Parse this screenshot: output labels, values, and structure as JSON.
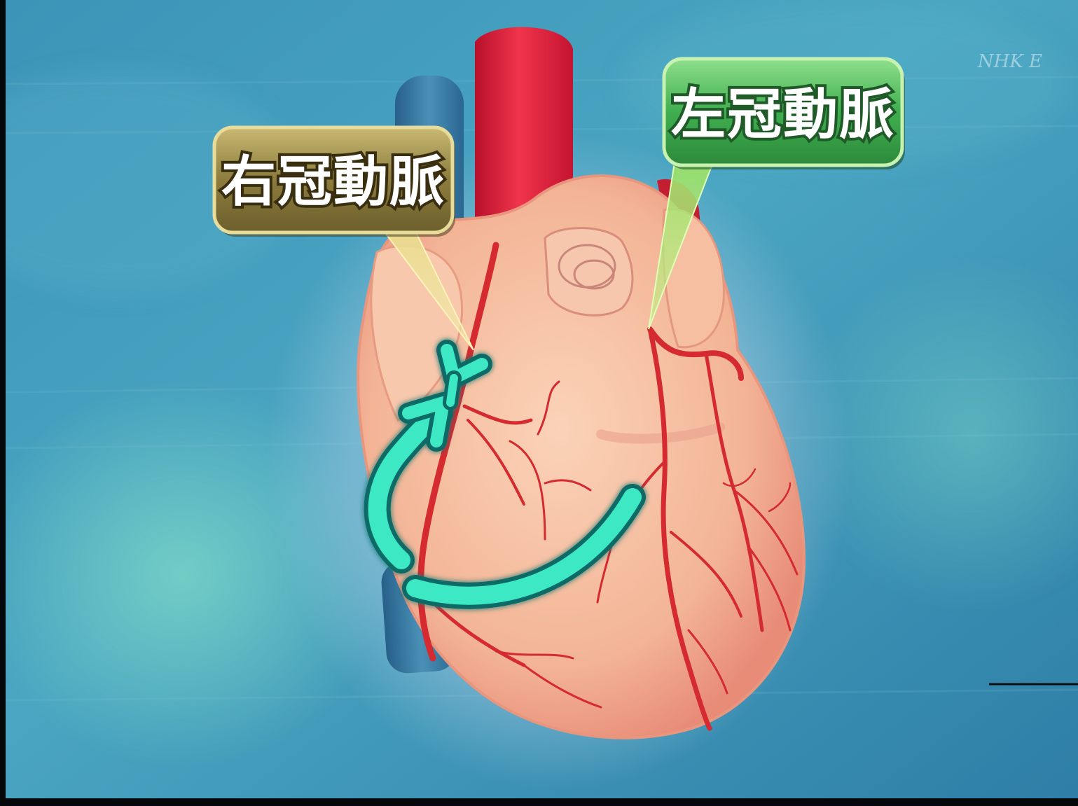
{
  "labels": {
    "right_coronary": "右冠動脈",
    "left_coronary": "左冠動脈"
  },
  "watermark": "NHK E",
  "colors": {
    "background_light": "#6fc4cf",
    "background_dark": "#2b7fa6",
    "right_label_fill": "#9c8b46",
    "left_label_fill": "#4dbd5c",
    "aorta": "#e8283f",
    "vein": "#3b7fa4",
    "heart": "#f2b89a",
    "artery": "#d62a2e",
    "flow_arrow": "#3ee8c4"
  },
  "icons": {
    "flow": "blood-flow-arrow-icon"
  }
}
